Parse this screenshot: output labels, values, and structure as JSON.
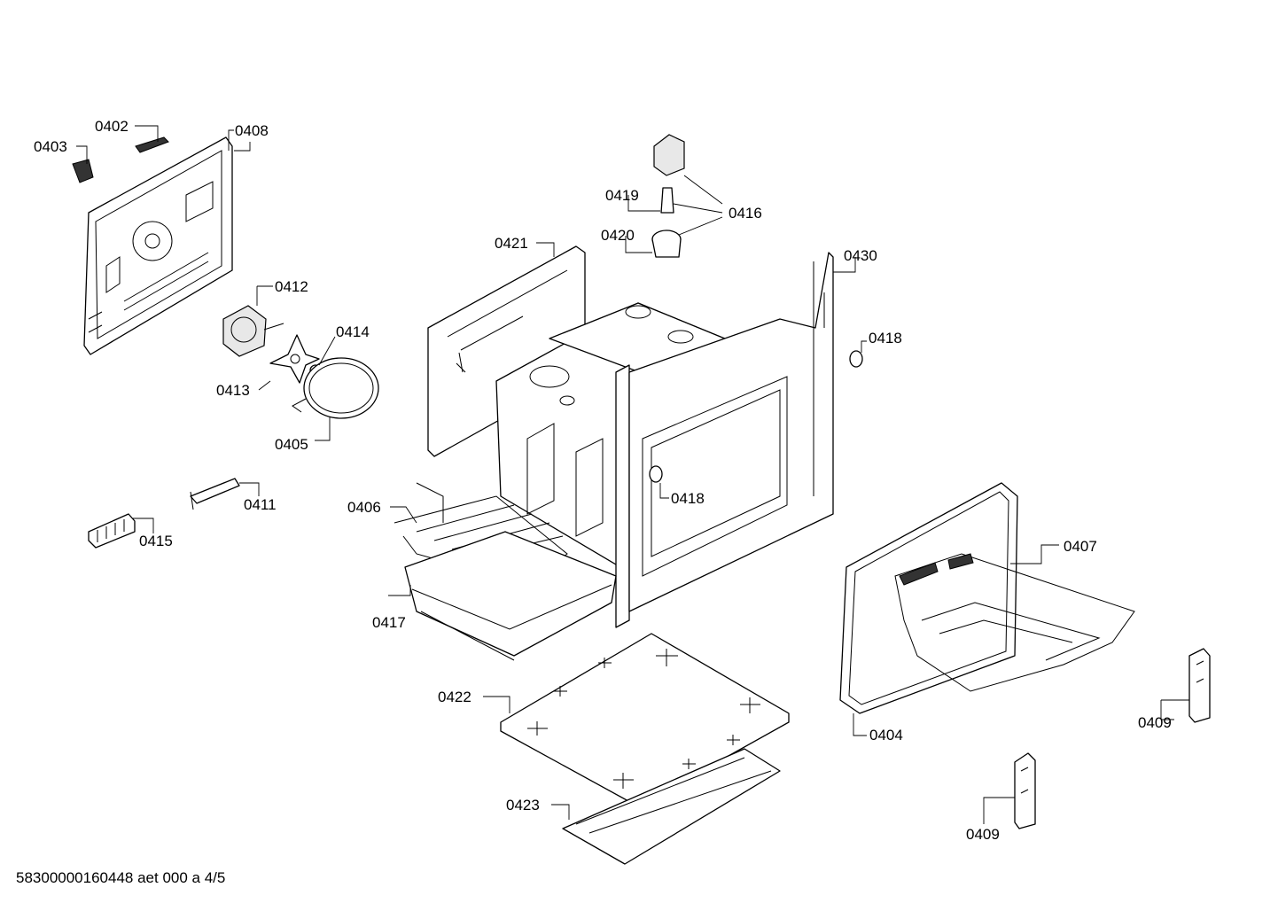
{
  "labels": {
    "p0402": "0402",
    "p0403": "0403",
    "p0408": "0408",
    "p0412": "0412",
    "p0414": "0414",
    "p0413": "0413",
    "p0405": "0405",
    "p0411": "0411",
    "p0415": "0415",
    "p0406": "0406",
    "p0417": "0417",
    "p0421": "0421",
    "p0419": "0419",
    "p0420": "0420",
    "p0416": "0416",
    "p0430": "0430",
    "p0418a": "0418",
    "p0418b": "0418",
    "p0407": "0407",
    "p0404": "0404",
    "p0409a": "0409",
    "p0409b": "0409",
    "p0422": "0422",
    "p0423": "0423"
  },
  "footer": "58300000160448 aet 000 a 4/5"
}
